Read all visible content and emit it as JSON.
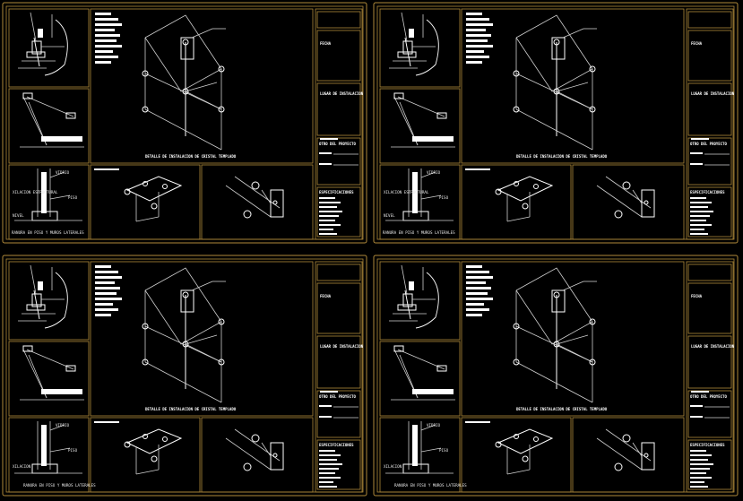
{
  "sheets": [
    {
      "detail_left": {
        "label_top": "VIDRIO",
        "label_right": "PISO",
        "label_mid": "NIVEL",
        "label_insulation": "XILACION ESTRUCTURAL",
        "caption": "RANURA EN PISO Y MUROS LATERALES"
      },
      "title_block": {
        "box1": "FECHA",
        "box2": "LUGAR DE INSTALACION",
        "box3": "OTRO DEL PROYECTO",
        "box4": "ESPECIFICACIONES"
      },
      "main_caption": "DETALLE DE INSTALACION DE CRISTAL TEMPLADO"
    },
    {
      "detail_left": {
        "label_top": "VIDRIO",
        "label_right": "PISO",
        "label_mid": "NIVEL",
        "label_insulation": "XILACION ESTRUCTURAL",
        "caption": "RANURA EN PISO Y MUROS LATERALES"
      },
      "title_block": {
        "box1": "FECHA",
        "box2": "LUGAR DE INSTALACION",
        "box3": "OTRO DEL PROYECTO",
        "box4": "ESPECIFICACIONES"
      },
      "main_caption": "DETALLE DE INSTALACION DE CRISTAL TEMPLADO"
    },
    {
      "detail_left": {
        "label_top": "VIDRIO",
        "label_right": "PISO",
        "label_mid": "",
        "label_insulation": "XILACION",
        "caption": "RANURA EN PISO Y MUROS LATERALES"
      },
      "title_block": {
        "box1": "FECHA",
        "box2": "LUGAR DE INSTALACION",
        "box3": "OTRO DEL PROYECTO",
        "box4": "ESPECIFICACIONES"
      },
      "main_caption": "DETALLE DE INSTALACION DE CRISTAL TEMPLADO"
    },
    {
      "detail_left": {
        "label_top": "VIDRIO",
        "label_right": "PISO",
        "label_mid": "",
        "label_insulation": "XILACION",
        "caption": "RANURA EN PISO Y MUROS LATERALES"
      },
      "title_block": {
        "box1": "FECHA",
        "box2": "LUGAR DE INSTALACION",
        "box3": "OTRO DEL PROYECTO",
        "box4": "ESPECIFICACIONES"
      },
      "main_caption": "DETALLE DE INSTALACION DE CRISTAL TEMPLADO"
    }
  ],
  "colors": {
    "background": "#000000",
    "frame": "#b08a3a",
    "lines": "#ffffff"
  }
}
